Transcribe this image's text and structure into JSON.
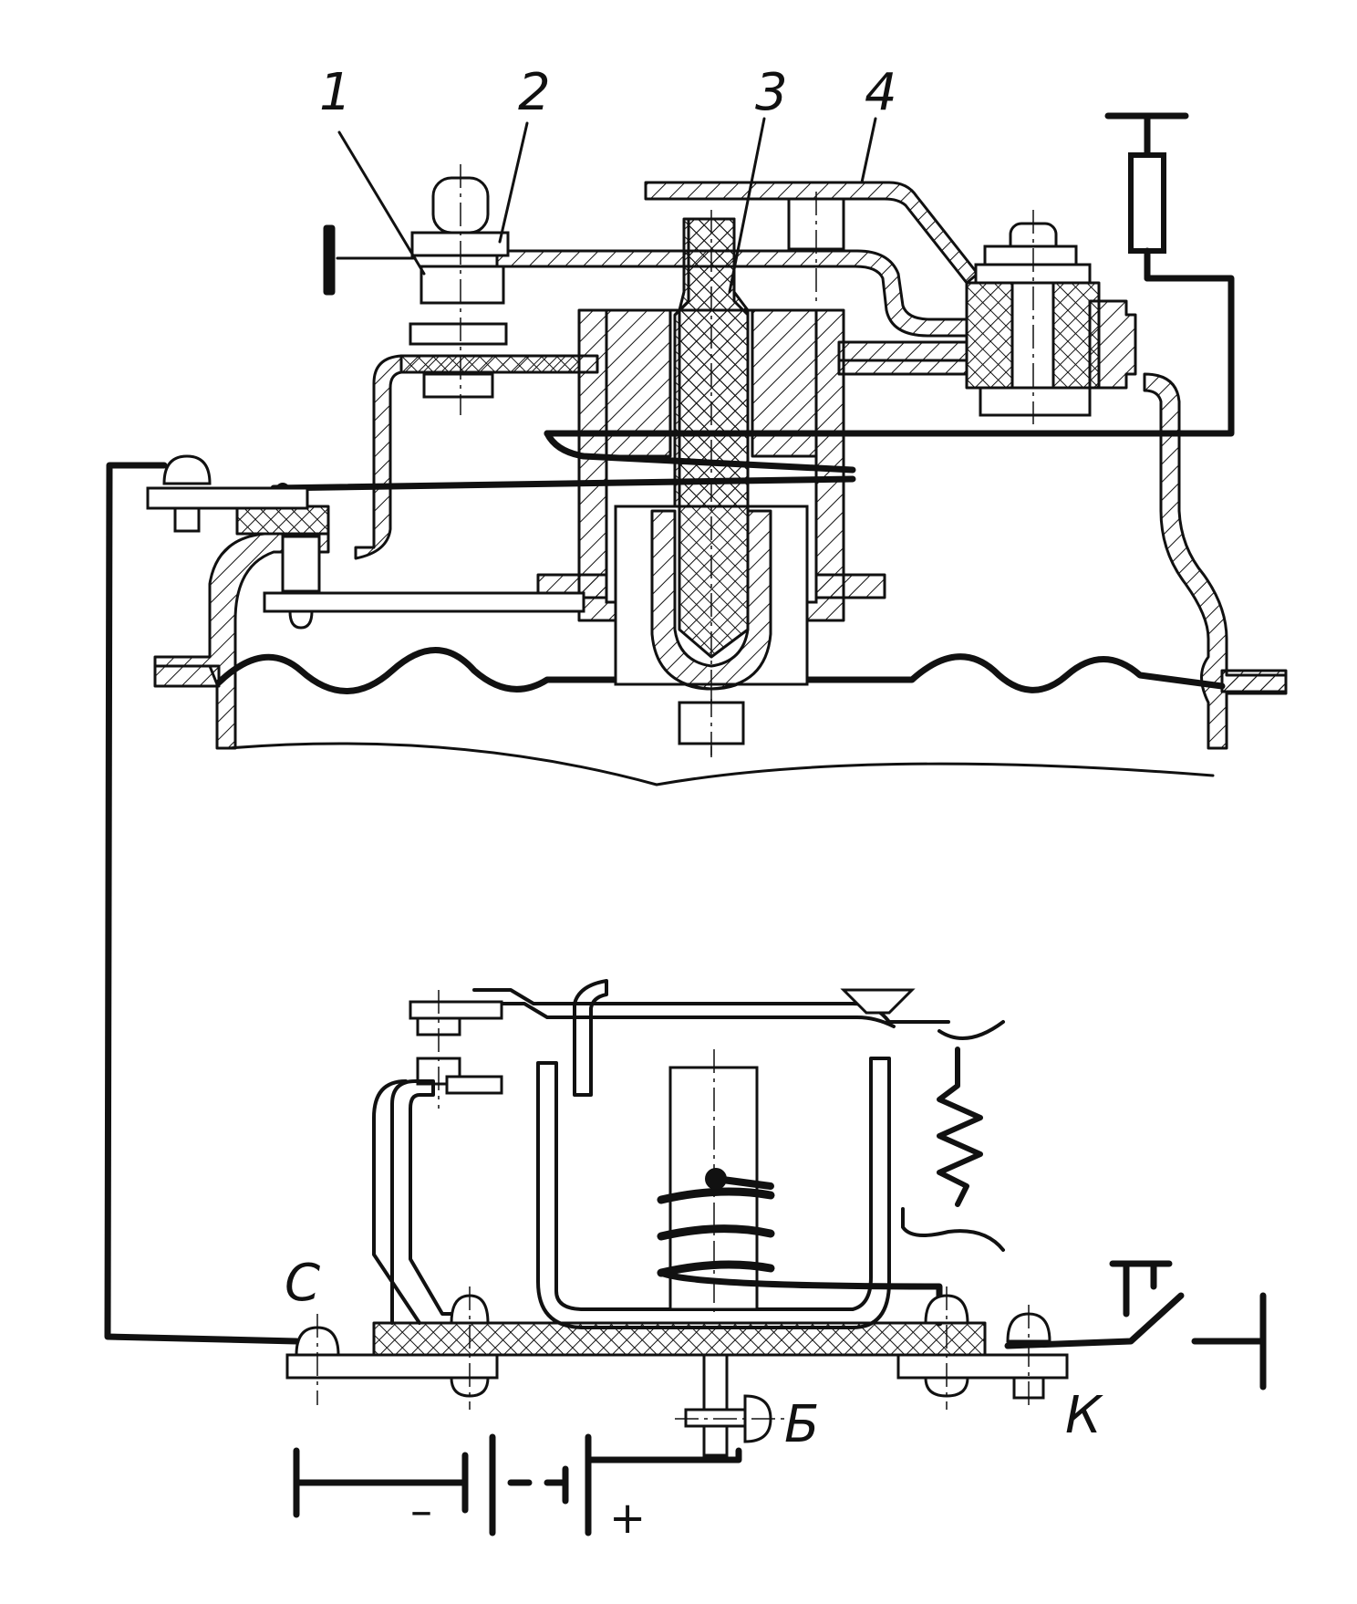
{
  "labels": {
    "part_1": "1",
    "part_2": "2",
    "part_3": "3",
    "part_4": "4",
    "terminal_c": "С",
    "terminal_b": "Б",
    "terminal_k": "К",
    "minus": "–",
    "plus": "+"
  }
}
